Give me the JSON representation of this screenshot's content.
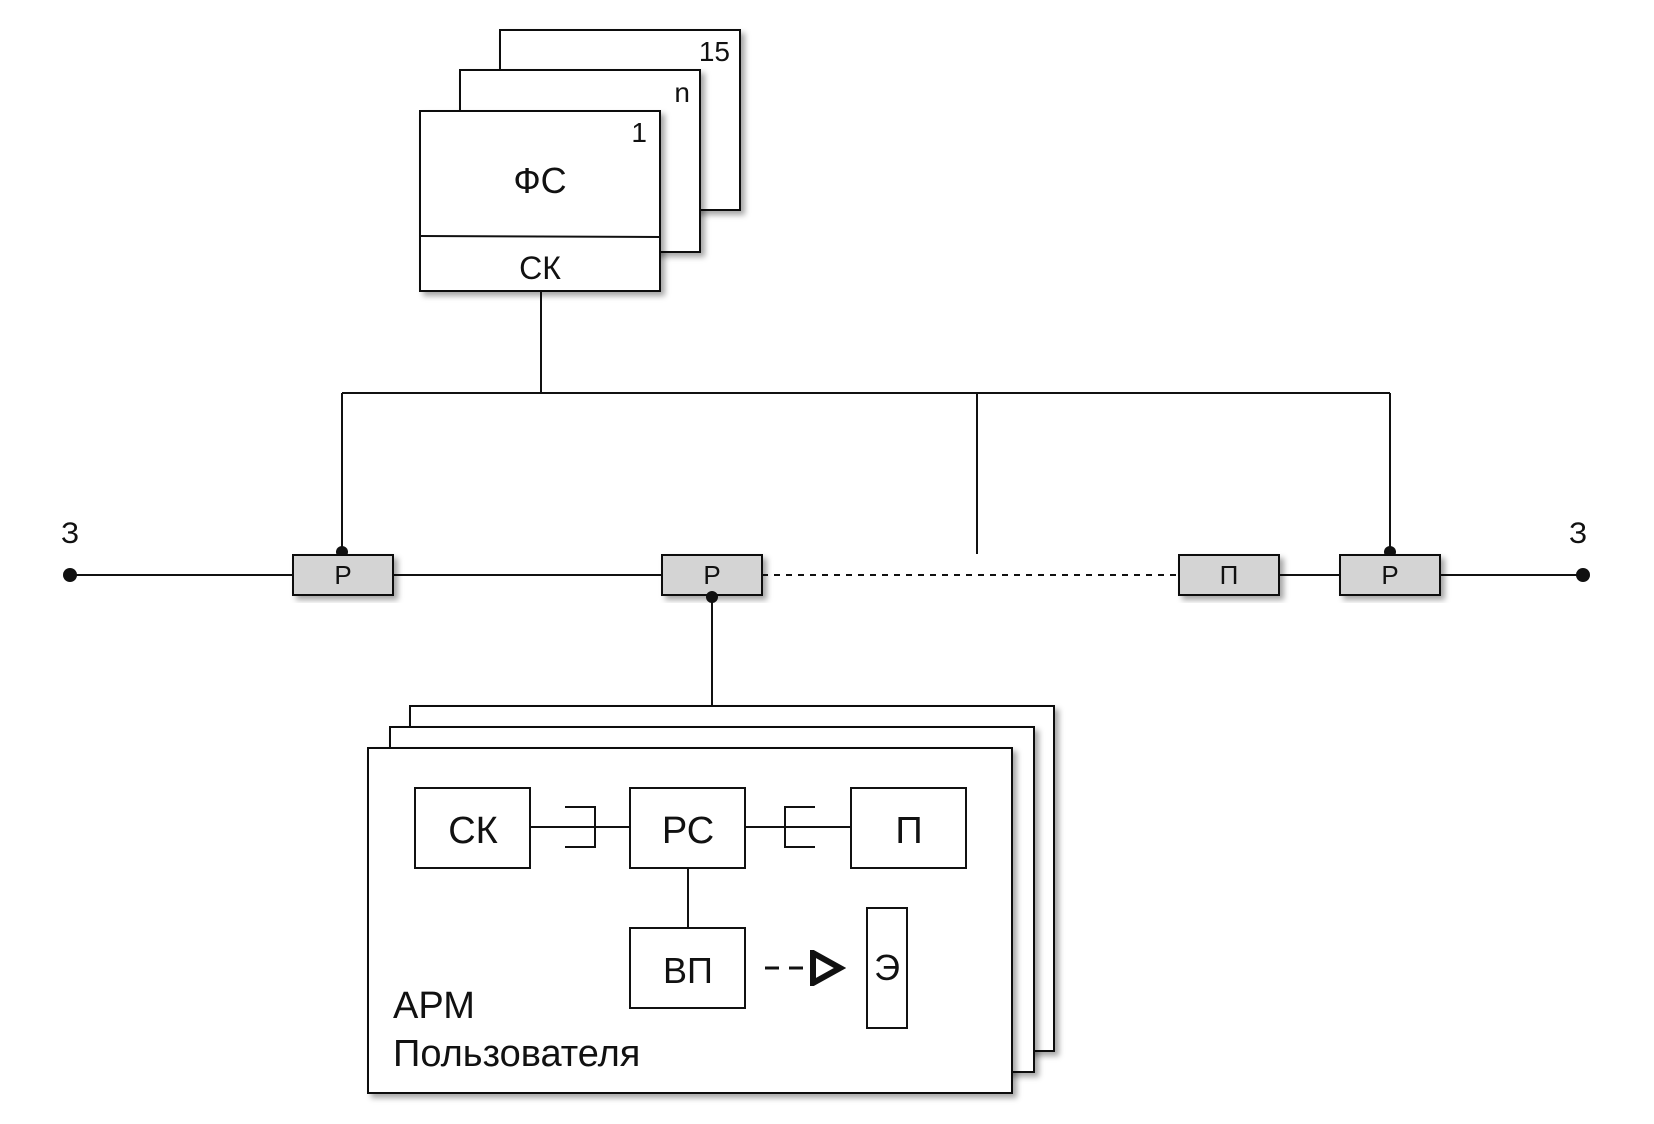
{
  "file_server": {
    "stack_labels": [
      "15",
      "n",
      "1"
    ],
    "title": "ФС",
    "sublabel": "СК"
  },
  "network": {
    "terminator_left": "З",
    "terminator_right": "З",
    "connector_label": "Р",
    "repeater_label": "П"
  },
  "workstation": {
    "title_line1": "АРМ",
    "title_line2": "Пользователя",
    "blocks": {
      "sk": "СК",
      "rs": "РС",
      "p": "П",
      "vp": "ВП",
      "e": "Э"
    }
  }
}
